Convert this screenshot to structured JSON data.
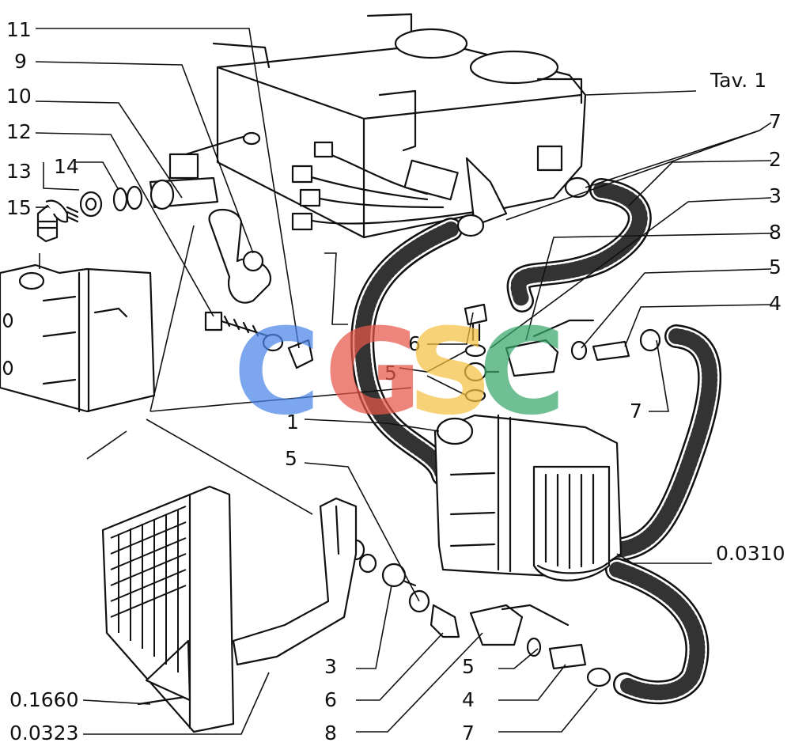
{
  "title_ref": "Tav. 1",
  "callouts": {
    "c11": "11",
    "c9": "9",
    "c10": "10",
    "c12": "12",
    "c13": "13",
    "c14": "14",
    "c15": "15",
    "r7a": "7",
    "r2": "2",
    "r3": "3",
    "r8": "8",
    "r5": "5",
    "r4": "4",
    "m6": "6",
    "m5": "5",
    "m7": "7",
    "m1": "1",
    "l5": "5",
    "code_0310": "0.0310",
    "b3": "3",
    "b6": "6",
    "b8": "8",
    "b5": "5",
    "b4": "4",
    "b7": "7",
    "code_1660": "0.1660",
    "code_0323": "0.0323"
  },
  "watermark": {
    "letters": [
      "C",
      "G",
      "S",
      "C"
    ],
    "colors": [
      "#4a86e8",
      "#e8574a",
      "#f5c242",
      "#3aa66a"
    ]
  }
}
